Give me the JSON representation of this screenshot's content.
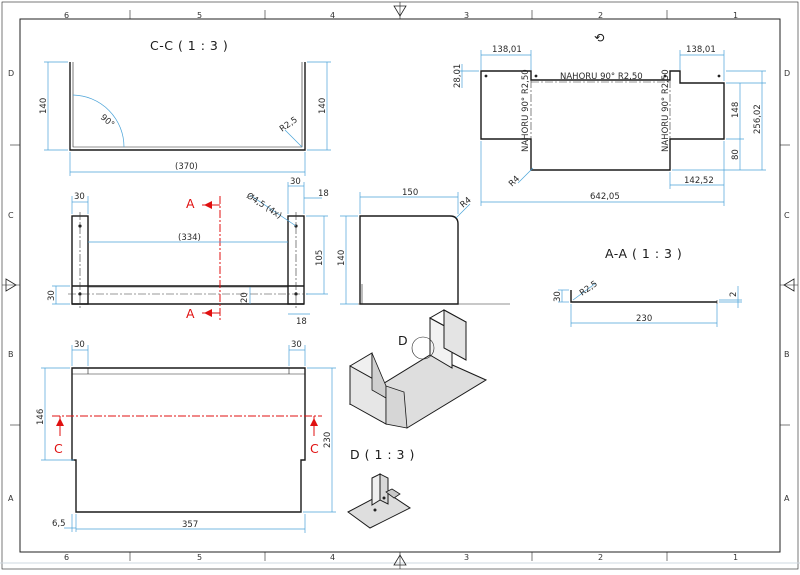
{
  "frame": {
    "columns_top": [
      "6",
      "5",
      "4",
      "3",
      "2",
      "1"
    ],
    "columns_bottom": [
      "6",
      "5",
      "4",
      "3",
      "2",
      "1"
    ],
    "rows_left": [
      "D",
      "C",
      "B",
      "A"
    ],
    "rows_right": [
      "D",
      "C",
      "B",
      "A"
    ]
  },
  "views": {
    "section_cc": {
      "title": "C-C ( 1 : 3 )",
      "dims": {
        "h_left": "140",
        "h_right": "140",
        "width": "(370)",
        "angle": "90°",
        "radius": "R2,5"
      }
    },
    "front": {
      "dims": {
        "left_30": "30",
        "right_30": "30",
        "right_18": "18",
        "hole": "Ø4,5 (4x)",
        "inner": "(334)",
        "h105": "105",
        "left_h30": "30",
        "h20": "20",
        "bottom_18": "18"
      },
      "section_marks": {
        "top": "A",
        "bottom": "A"
      }
    },
    "side": {
      "dims": {
        "width": "150",
        "height": "140",
        "radius": "R4"
      }
    },
    "flat": {
      "dims": {
        "left_w": "138,01",
        "right_w": "138,01",
        "h28": "28,01",
        "h148": "148",
        "h256": "256,02",
        "h80": "80",
        "w142": "142,52",
        "w642": "642,05",
        "r4": "R4"
      },
      "bend_labels": {
        "top": "NAHORU 90° R2,50",
        "left": "NAHORU 90° R2,50",
        "right": "NAHORU 90° R2,50"
      }
    },
    "section_aa": {
      "title": "A-A ( 1 : 3 )",
      "dims": {
        "h30": "30",
        "radius": "R2,5",
        "t2": "2",
        "width": "230"
      }
    },
    "top_view": {
      "dims": {
        "left_30": "30",
        "right_30": "30",
        "h146": "146",
        "h230": "230",
        "left_65": "6,5",
        "width": "357"
      },
      "section_marks": {
        "left": "C",
        "right": "C"
      }
    },
    "iso": {
      "detail_mark": "D"
    },
    "detail_d": {
      "title": "D ( 1 : 3 )"
    }
  }
}
